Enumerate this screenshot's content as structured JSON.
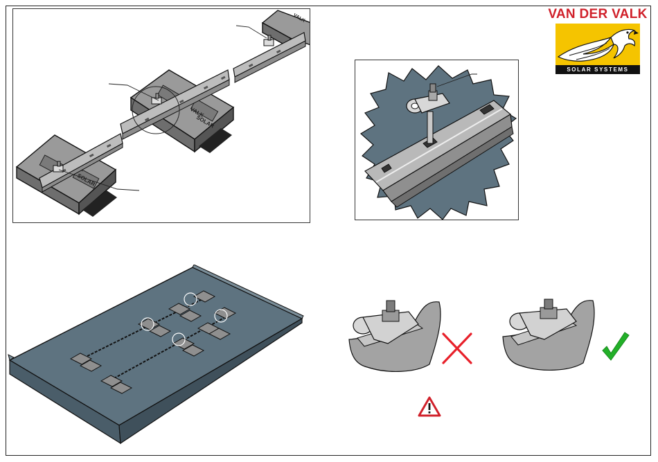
{
  "brand": {
    "name": "VAN DER VALK",
    "tagline": "SOLAR SYSTEMS",
    "colors": {
      "red": "#d0202a",
      "yellow": "#f5c400",
      "black": "#111111"
    }
  },
  "ballast_labels": [
    "VALK",
    "SOLAR"
  ],
  "figures": [
    {
      "id": "rail-assembly",
      "desc": "ballast blocks with mounting rail and clamps"
    },
    {
      "id": "clamp-detail",
      "desc": "close-up of clamp on rail"
    },
    {
      "id": "roof-layout",
      "desc": "two rail rows on a flat roof"
    }
  ],
  "comparison": [
    {
      "result": "incorrect",
      "icon": "cross-icon",
      "color": "#e8202a"
    },
    {
      "result": "correct",
      "icon": "checkmark-icon",
      "color": "#22b028"
    }
  ],
  "warning": {
    "icon": "warning-triangle-icon",
    "color": "#d0202a"
  }
}
